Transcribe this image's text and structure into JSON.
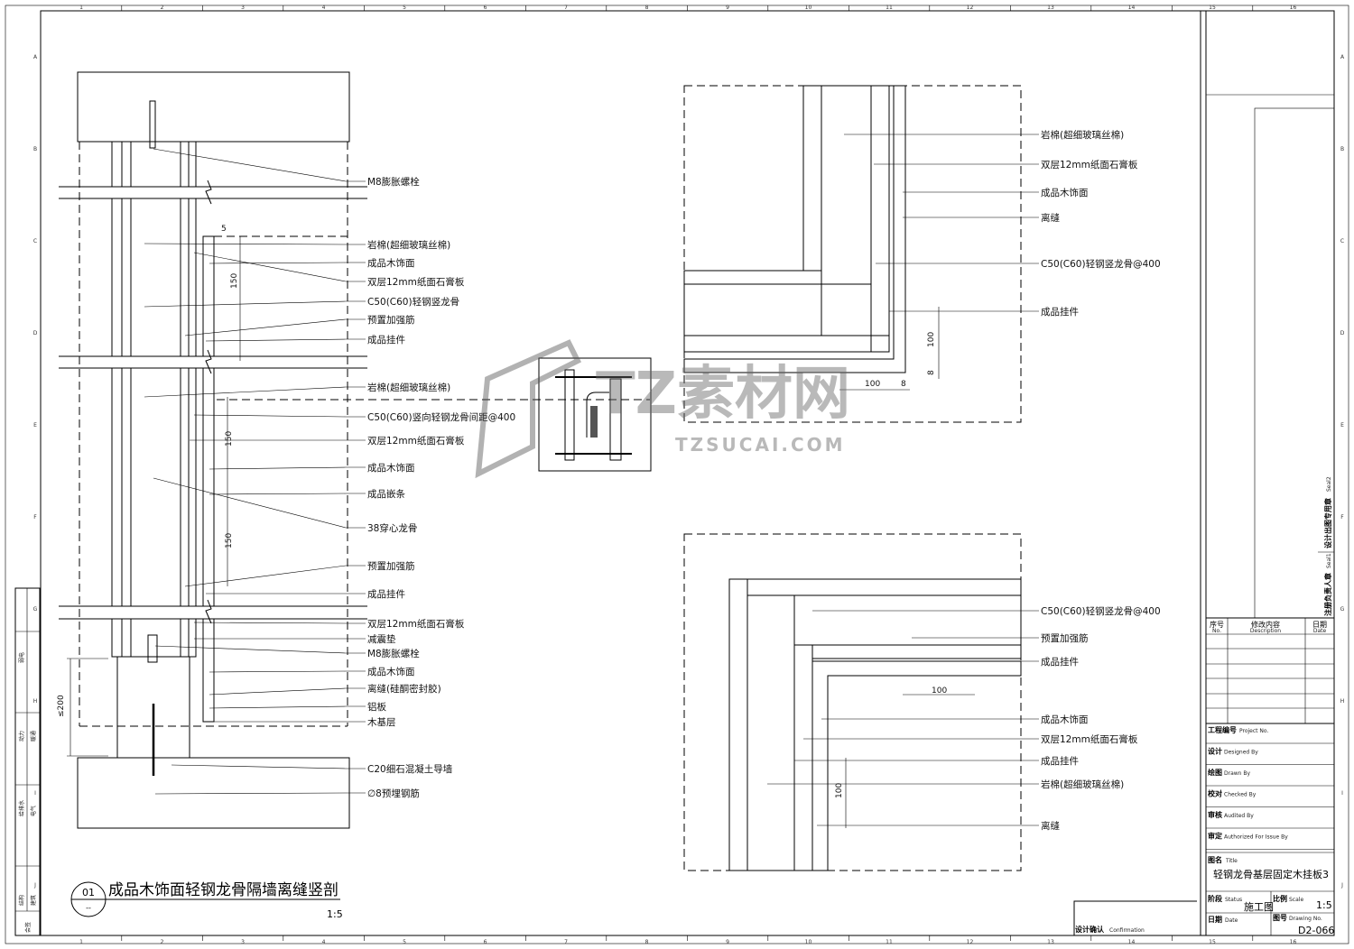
{
  "grid": {
    "columns": [
      "1",
      "2",
      "3",
      "4",
      "5",
      "6",
      "7",
      "8",
      "9",
      "10",
      "11",
      "12",
      "13",
      "14",
      "15",
      "16"
    ],
    "rows": [
      "A",
      "B",
      "C",
      "D",
      "E",
      "F",
      "G",
      "H",
      "I",
      "J"
    ]
  },
  "section_left": {
    "labels": [
      "M8膨胀螺栓",
      "岩棉(超细玻璃丝棉)",
      "成品木饰面",
      "双层12mm纸面石膏板",
      "C50(C60)轻钢竖龙骨",
      "预置加强筋",
      "成品挂件",
      "岩棉(超细玻璃丝棉)",
      "C50(C60)竖向轻钢龙骨间距@400",
      "双层12mm纸面石膏板",
      "成品木饰面",
      "成品嵌条",
      "38穿心龙骨",
      "预置加强筋",
      "成品挂件",
      "双层12mm纸面石膏板",
      "减震垫",
      "M8膨胀螺栓",
      "成品木饰面",
      "离缝(硅酮密封胶)",
      "铝板",
      "木基层",
      "C20细石混凝土导墙",
      "∅8预埋钢筋"
    ],
    "dims": [
      "5",
      "150",
      "150",
      "150",
      "≤200"
    ]
  },
  "section_top_right": {
    "labels": [
      "岩棉(超细玻璃丝棉)",
      "双层12mm纸面石膏板",
      "成品木饰面",
      "离缝",
      "C50(C60)轻钢竖龙骨@400",
      "成品挂件"
    ],
    "dims": [
      "100",
      "100",
      "8",
      "8"
    ]
  },
  "section_bottom_right": {
    "labels": [
      "C50(C60)轻钢竖龙骨@400",
      "预置加强筋",
      "成品挂件",
      "成品木饰面",
      "双层12mm纸面石膏板",
      "成品挂件",
      "岩棉(超细玻璃丝棉)",
      "离缝"
    ],
    "dims": [
      "100",
      "100"
    ]
  },
  "watermark": {
    "brand": "TZ素材网",
    "url": "TZSUCAI.COM"
  },
  "drawing_title": {
    "number": "01",
    "sub": "--",
    "title": "成品木饰面轻钢龙骨隔墙离缝竖剖",
    "scale": "1:5"
  },
  "countersign": [
    "弱电",
    "动力",
    "暖通",
    "给排水",
    "电气",
    "结构",
    "建筑",
    "会签"
  ],
  "confirmation": {
    "cn": "设计确认",
    "en": "Confirmation"
  },
  "title_block": {
    "seal2": {
      "cn": "设计出图专用章",
      "en": "Seal2"
    },
    "seal1": {
      "cn": "注册负责人章",
      "en": "Seal1"
    },
    "revision_headers": [
      {
        "cn": "序号",
        "en": "No."
      },
      {
        "cn": "修改内容",
        "en": "Description"
      },
      {
        "cn": "日期",
        "en": "Date"
      }
    ],
    "fields": [
      {
        "cn": "工程编号",
        "en": "Project No."
      },
      {
        "cn": "设计",
        "en": "Designed By"
      },
      {
        "cn": "绘图",
        "en": "Drawn By"
      },
      {
        "cn": "校对",
        "en": "Checked By"
      },
      {
        "cn": "审核",
        "en": "Audited By"
      },
      {
        "cn": "审定",
        "en": "Authorized For Issue By"
      }
    ],
    "title_label": {
      "cn": "图名",
      "en": "Title"
    },
    "title": "轻钢龙骨基层固定木挂板3",
    "status": {
      "cn": "阶段",
      "en": "Status",
      "value": "施工图"
    },
    "scale": {
      "cn": "比例",
      "en": "Scale",
      "value": "1:5"
    },
    "date": {
      "cn": "日期",
      "en": "Date"
    },
    "drawing_no": {
      "cn": "图号",
      "en": "Drawing No.",
      "value": "D2-066"
    }
  }
}
